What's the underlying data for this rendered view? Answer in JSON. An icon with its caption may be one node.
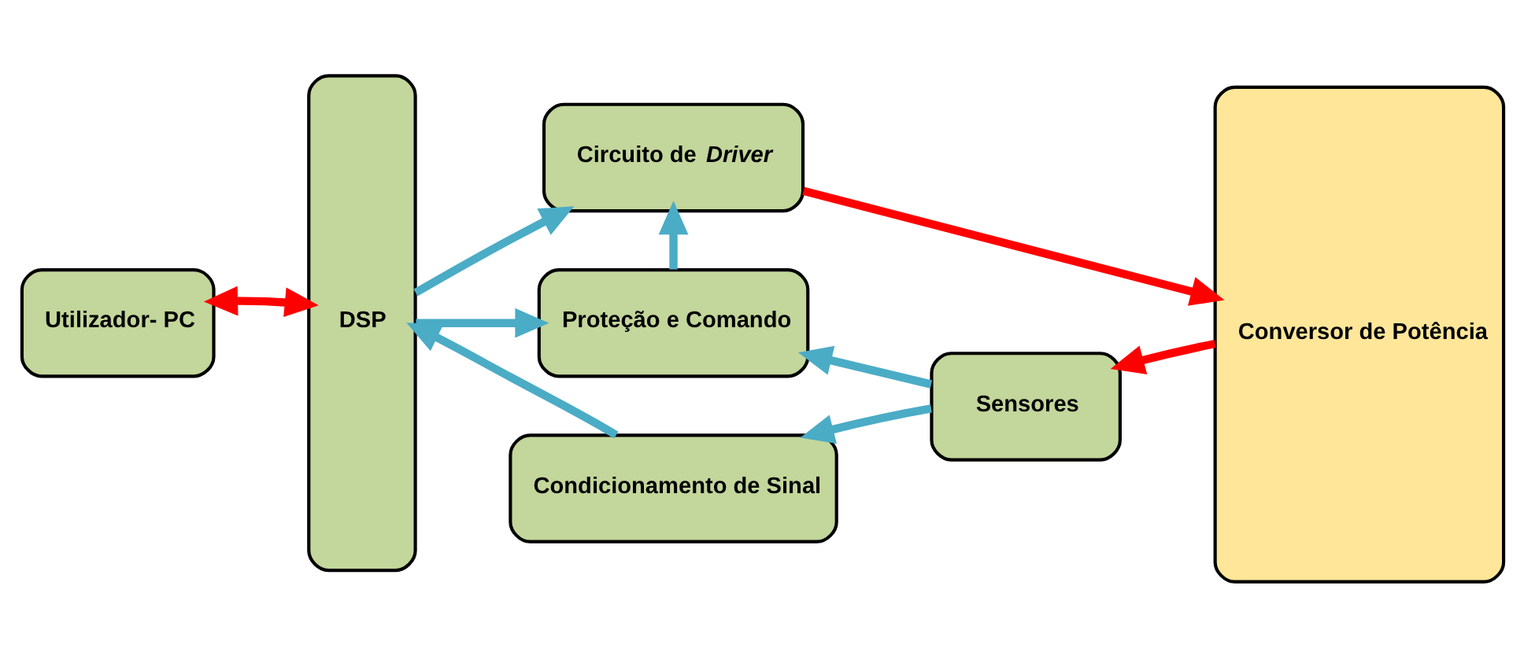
{
  "diagram": {
    "nodes": [
      {
        "text": [
          "Utilizador- PC"
        ]
      },
      {
        "text": [
          "DSP"
        ]
      },
      {
        "text": [
          "Circuito de *Driver*"
        ]
      },
      {
        "text": [
          "Proteção e Comando"
        ]
      },
      {
        "text": [
          "Condicionamento de Sinal"
        ]
      },
      {
        "text": [
          "Sensores"
        ]
      },
      {
        "text": [
          "Conversor de Potência"
        ]
      }
    ],
    "edges": [
      {
        "from": 0,
        "to": 1,
        "arrow": "both",
        "color": "#ff0000"
      },
      {
        "from": 1,
        "to": 2,
        "arrow": "to"
      },
      {
        "from": 1,
        "to": 3,
        "arrow": "to"
      },
      {
        "from": 3,
        "to": 2,
        "arrow": "to"
      },
      {
        "from": 2,
        "to": 6,
        "arrow": "to",
        "color": "#ff0000"
      },
      {
        "from": 6,
        "to": 5,
        "arrow": "to",
        "color": "#ff0000"
      },
      {
        "from": 5,
        "to": 3,
        "arrow": "to"
      },
      {
        "from": 5,
        "to": 4,
        "arrow": "to"
      },
      {
        "from": 4,
        "to": 1,
        "arrow": "to"
      }
    ]
  }
}
